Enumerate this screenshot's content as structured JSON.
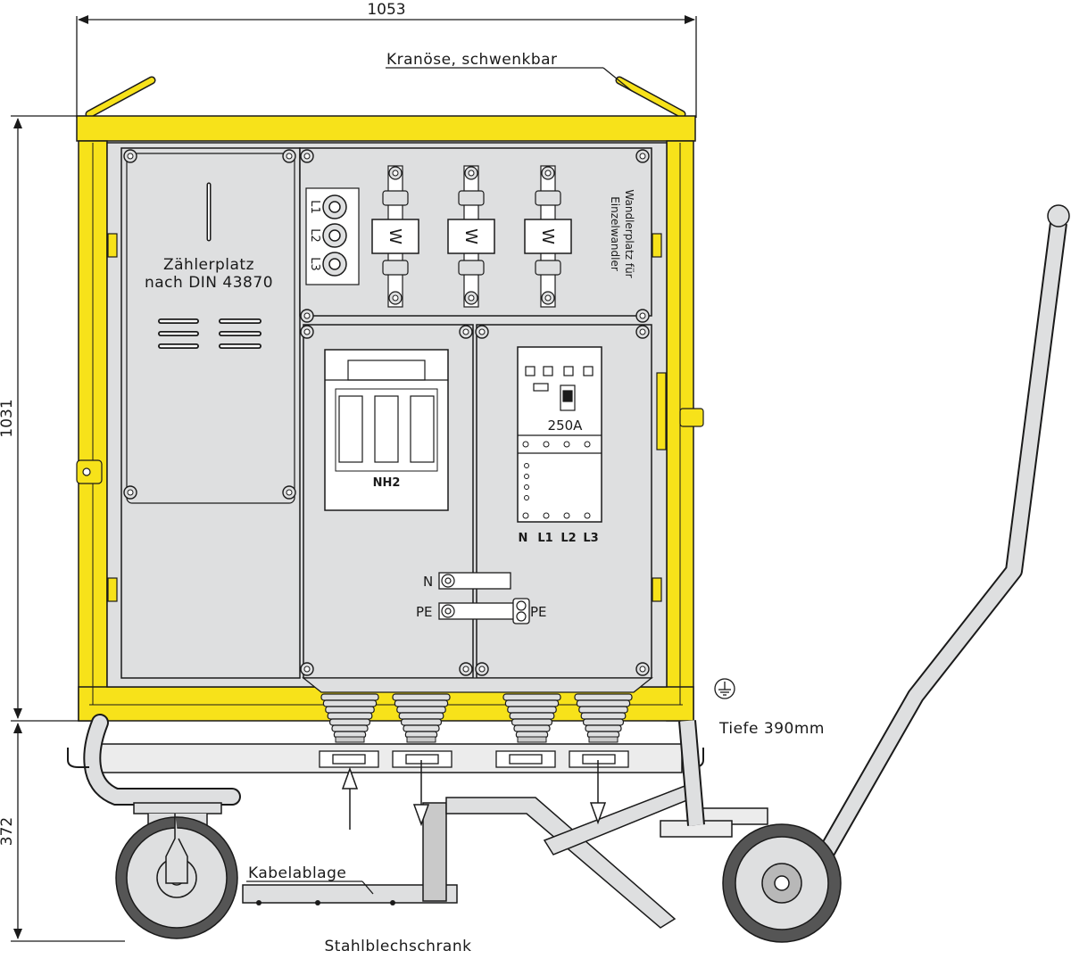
{
  "dimensions": {
    "width": "1053",
    "height": "1031",
    "base_height": "372",
    "depth": "Tiefe 390mm"
  },
  "labels": {
    "crane_eye": "Kranöse, schwenkbar",
    "meter_place_line1": "Zählerplatz",
    "meter_place_line2": "nach DIN 43870",
    "transformer_place_line1": "Wandlerplatz für",
    "transformer_place_line2": "Einzelwandler",
    "fuse_label": "NH2",
    "breaker_rating": "250A",
    "cable_tray": "Kabelablage",
    "cabinet_type": "Stahlblechschrank"
  },
  "phase_terminals": [
    "L1",
    "L2",
    "L3"
  ],
  "breaker_terminals": [
    "N",
    "L1",
    "L2",
    "L3"
  ],
  "busbars": {
    "neutral": "N",
    "protective_left": "PE",
    "protective_right": "PE"
  },
  "transformer_symbol": "W",
  "colors": {
    "frame_yellow": "#f7e21a",
    "panel_grey": "#dedfe0",
    "line": "#1a1a1a",
    "tube_grey": "#c9c9c9",
    "tire_dark": "#555555"
  },
  "icons": [
    "ground-icon",
    "arrow-up-icon",
    "arrow-down-icon",
    "bolt-icon"
  ]
}
